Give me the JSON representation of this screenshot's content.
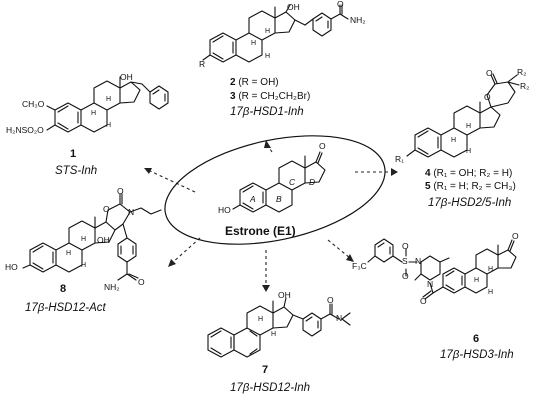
{
  "center": {
    "title": "Estrone (E1)",
    "ring_labels": [
      "A",
      "B",
      "C",
      "D"
    ],
    "oxygen": "O",
    "hydroxyl": "HO"
  },
  "compounds": [
    {
      "id": "c1",
      "numbers": [
        "1"
      ],
      "role": "STS-Inh",
      "atoms": {
        "methoxy": "CH₃O",
        "sulfamate": "H₂NSO₂O",
        "oh": "OH"
      }
    },
    {
      "id": "c23",
      "numbers": [
        "2",
        "3"
      ],
      "substituents": [
        "(R = OH)",
        "(R = CH₂CH₂Br)"
      ],
      "role": "17β-HSD1-Inh",
      "atoms": {
        "r": "R",
        "oh": "OH",
        "amide_o": "O",
        "amide_n": "NH₂"
      }
    },
    {
      "id": "c45",
      "numbers": [
        "4",
        "5"
      ],
      "substituents": [
        "(R₁ = OH; R₂ = H)",
        "(R₁ = H; R₂ = CH₃)"
      ],
      "role": "17β-HSD2/5-Inh",
      "atoms": {
        "r1": "R₁",
        "r2a": "R₂",
        "r2b": "R₂",
        "ring_o": "O",
        "keto_o": "O"
      }
    },
    {
      "id": "c8",
      "numbers": [
        "8"
      ],
      "role": "17β-HSD12-Act",
      "atoms": {
        "ho": "HO",
        "oh": "OH",
        "o1": "O",
        "o2": "O",
        "n": "N",
        "amide_o": "O",
        "amide_n": "NH₂"
      }
    },
    {
      "id": "c7",
      "numbers": [
        "7"
      ],
      "role": "17β-HSD12-Inh",
      "atoms": {
        "oh": "OH",
        "amide_o": "O",
        "n": "N"
      }
    },
    {
      "id": "c6",
      "numbers": [
        "6"
      ],
      "role": "17β-HSD3-Inh",
      "atoms": {
        "cf3": "F₃C",
        "s": "S",
        "so1": "O",
        "so2": "O",
        "n1": "N",
        "n2": "N",
        "amide_o": "O",
        "keto_o": "O"
      }
    }
  ],
  "stereo_h": "H"
}
